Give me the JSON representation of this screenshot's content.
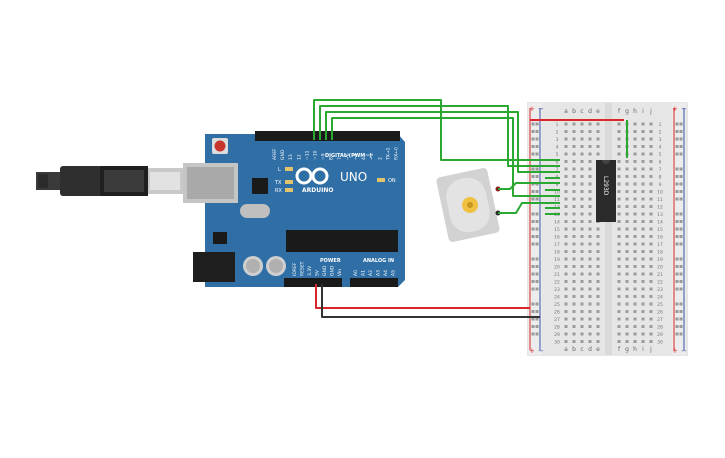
{
  "board": {
    "brand": "ARDUINO",
    "model": "UNO",
    "digital_label": "DIGITAL (PWM~)",
    "power_label": "POWER",
    "analog_label": "ANALOG IN",
    "led_l": "L",
    "led_tx": "TX",
    "led_rx": "RX",
    "led_on": "ON",
    "digital_pins": [
      "AREF",
      "GND",
      "13",
      "12",
      "~11",
      "~10",
      "~9",
      "8",
      "7",
      "~6",
      "~5",
      "4",
      "~3",
      "2",
      "TX→1",
      "RX←0"
    ],
    "power_pins": [
      "IOREF",
      "RESET",
      "3.3V",
      "5V",
      "GND",
      "GND",
      "Vin"
    ],
    "analog_pins": [
      "A0",
      "A1",
      "A2",
      "A3",
      "A4",
      "A5"
    ]
  },
  "breadboard": {
    "cols_left": [
      "a",
      "b",
      "c",
      "d",
      "e"
    ],
    "cols_right": [
      "f",
      "g",
      "h",
      "i",
      "j"
    ],
    "rows": 30,
    "plus": "+",
    "minus": "−"
  },
  "chip": {
    "label": "L293D"
  },
  "colors": {
    "board": "#2f6fa6",
    "wire_green": "#2aa832",
    "wire_red": "#d9262b",
    "wire_black": "#333333",
    "rail_red": "#d9262b",
    "rail_blue": "#3c4fa8"
  }
}
